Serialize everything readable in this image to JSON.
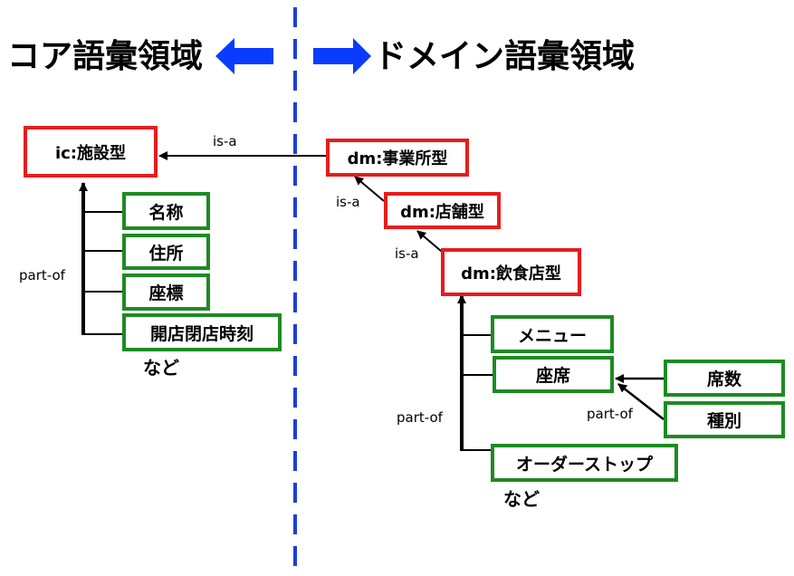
{
  "titles": {
    "core": "コア語彙領域",
    "domain": "ドメイン語彙領域"
  },
  "colors": {
    "class_border": "#e81c1c",
    "property_border": "#1e8a23",
    "arrow_fill": "#0a3cff",
    "divider": "#1a3fd6"
  },
  "core": {
    "class": "ic:施設型",
    "relation": "part-of",
    "properties": [
      "名称",
      "住所",
      "座標",
      "開店閉店時刻"
    ],
    "etc": "など"
  },
  "domain": {
    "classes": [
      "dm:事業所型",
      "dm:店舗型",
      "dm:飲食店型"
    ],
    "properties": [
      "メニュー",
      "座席",
      "オーダーストップ"
    ],
    "sub_properties": [
      "席数",
      "種別"
    ],
    "etc": "など"
  },
  "relations": {
    "cross_is_a": "is-a",
    "is_a_1": "is-a",
    "is_a_2": "is-a",
    "part_of_main": "part-of",
    "part_of_seat": "part-of"
  }
}
